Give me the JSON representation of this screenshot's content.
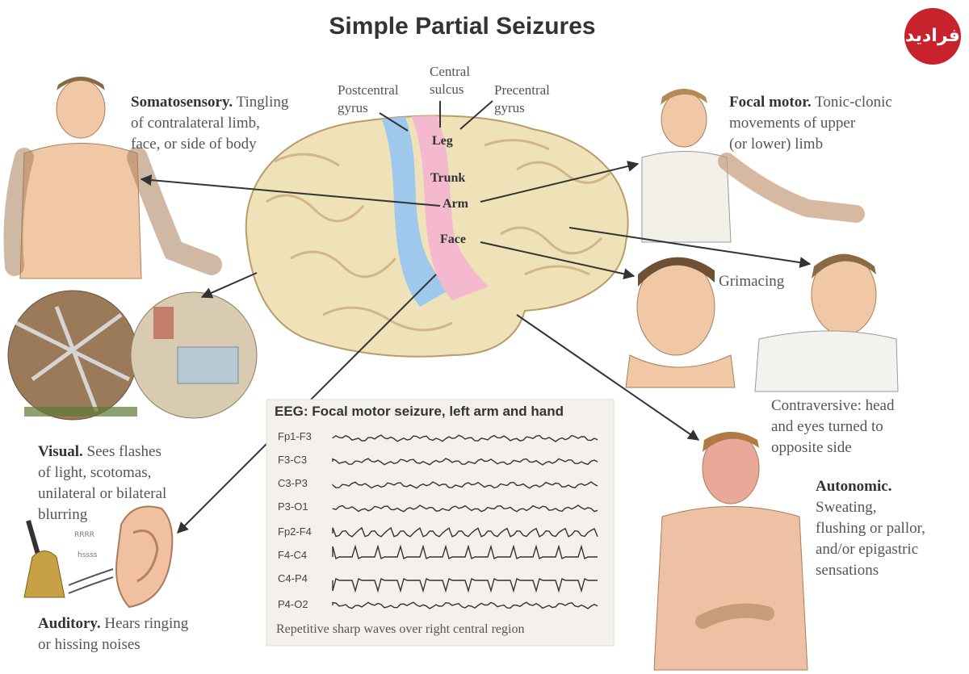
{
  "title": "Simple Partial Seizures",
  "logo_text": "فرادید",
  "colors": {
    "brain": "#efe1b8",
    "brain_stroke": "#b89c6a",
    "postcentral": "#9ec9ec",
    "precentral": "#f4b9cf",
    "skin": "#f0c8a6",
    "eeg_panel": "#f4f1ec"
  },
  "brain_labels": {
    "central_sulcus": "Central\nsulcus",
    "postcentral_gyrus": "Postcentral\ngyrus",
    "precentral_gyrus": "Precentral\ngyrus"
  },
  "regions": [
    "Leg",
    "Trunk",
    "Arm",
    "Face"
  ],
  "somatosensory": {
    "heading": "Somatosensory.",
    "text": "Tingling\nof contralateral limb,\nface, or side of body"
  },
  "focal_motor": {
    "heading": "Focal motor.",
    "text": "Tonic-clonic\nmovements of upper\n(or lower) limb"
  },
  "grimacing": "Grimacing",
  "contraversive": "Contraversive: head\nand eyes turned to\nopposite side",
  "visual": {
    "heading": "Visual.",
    "text": "Sees flashes\nof light, scotomas,\nunilateral or bilateral\nblurring"
  },
  "auditory": {
    "heading": "Auditory.",
    "text": "Hears ringing\nor hissing noises"
  },
  "autonomic": {
    "heading": "Autonomic.",
    "text": "Sweating,\nflushing or pallor,\nand/or epigastric\nsensations"
  },
  "eeg": {
    "title": "EEG: Focal motor seizure, left arm and hand",
    "channels": [
      "Fp1-F3",
      "F3-C3",
      "C3-P3",
      "P3-O1",
      "Fp2-F4",
      "F4-C4",
      "C4-P4",
      "P4-O2"
    ],
    "caption": "Repetitive sharp waves over right central region"
  }
}
